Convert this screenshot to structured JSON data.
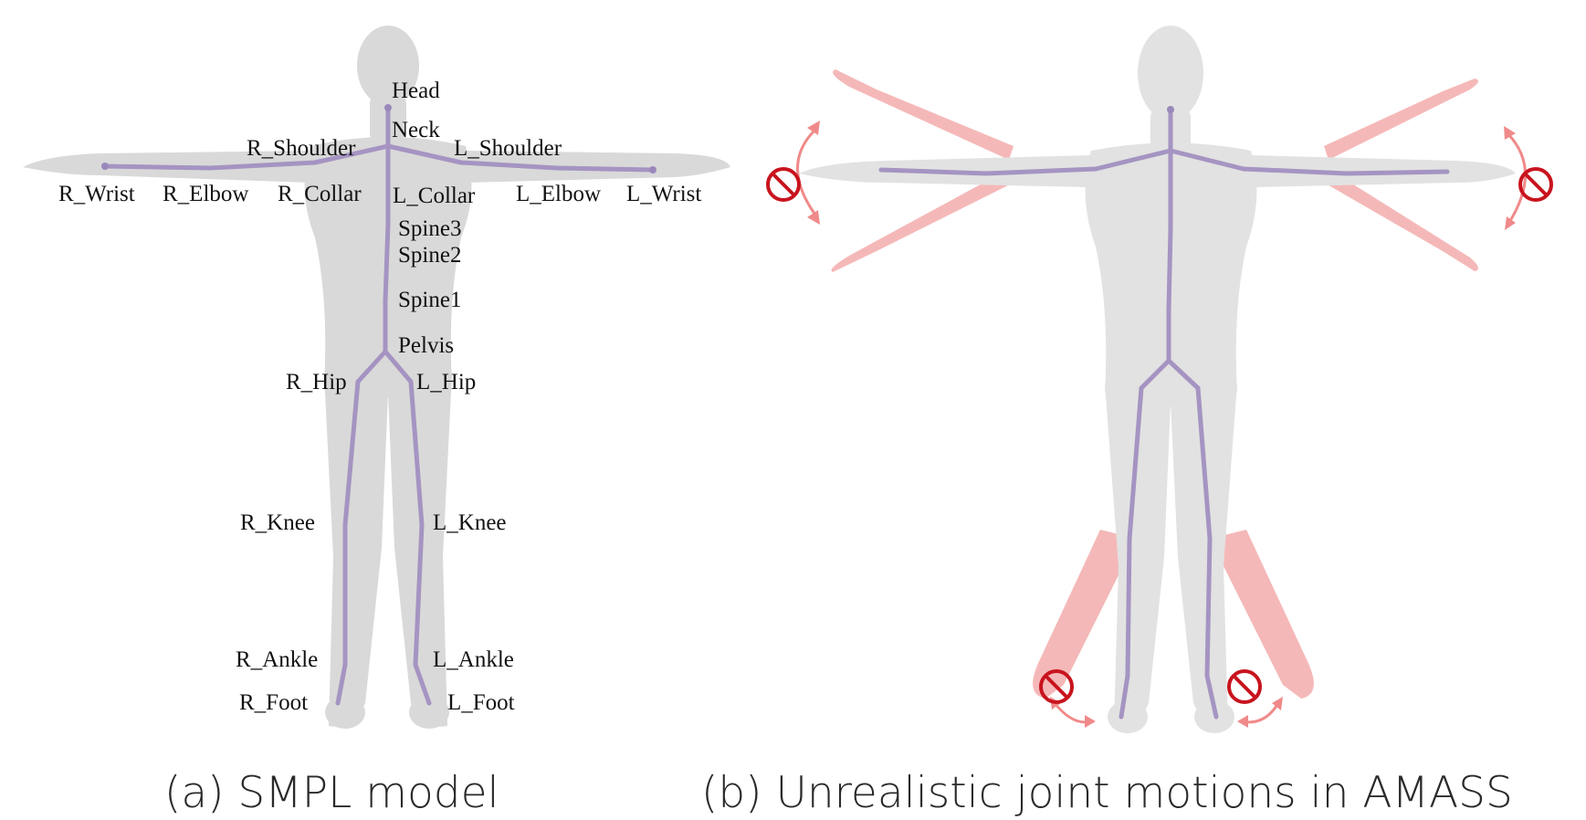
{
  "panel_a": {
    "caption": "(a) SMPL model",
    "joint_labels": {
      "head": "Head",
      "neck": "Neck",
      "r_shoulder": "R_Shoulder",
      "l_shoulder": "L_Shoulder",
      "r_wrist": "R_Wrist",
      "r_elbow": "R_Elbow",
      "r_collar": "R_Collar",
      "l_collar": "L_Collar",
      "l_elbow": "L_Elbow",
      "l_wrist": "L_Wrist",
      "spine3": "Spine3",
      "spine2": "Spine2",
      "spine1": "Spine1",
      "pelvis": "Pelvis",
      "r_hip": "R_Hip",
      "l_hip": "L_Hip",
      "r_knee": "R_Knee",
      "l_knee": "L_Knee",
      "r_ankle": "R_Ankle",
      "l_ankle": "L_Ankle",
      "r_foot": "R_Foot",
      "l_foot": "L_Foot"
    }
  },
  "panel_b": {
    "caption": "(b) Unrealistic joint motions in AMASS"
  },
  "colors": {
    "body": "#d9d9d9",
    "skeleton": "#a594c2",
    "ghost_limb": "#f2a0a0",
    "prohibited_icon": "#c8141e"
  },
  "icons": [
    "prohibited-icon",
    "double-arrow-icon"
  ]
}
